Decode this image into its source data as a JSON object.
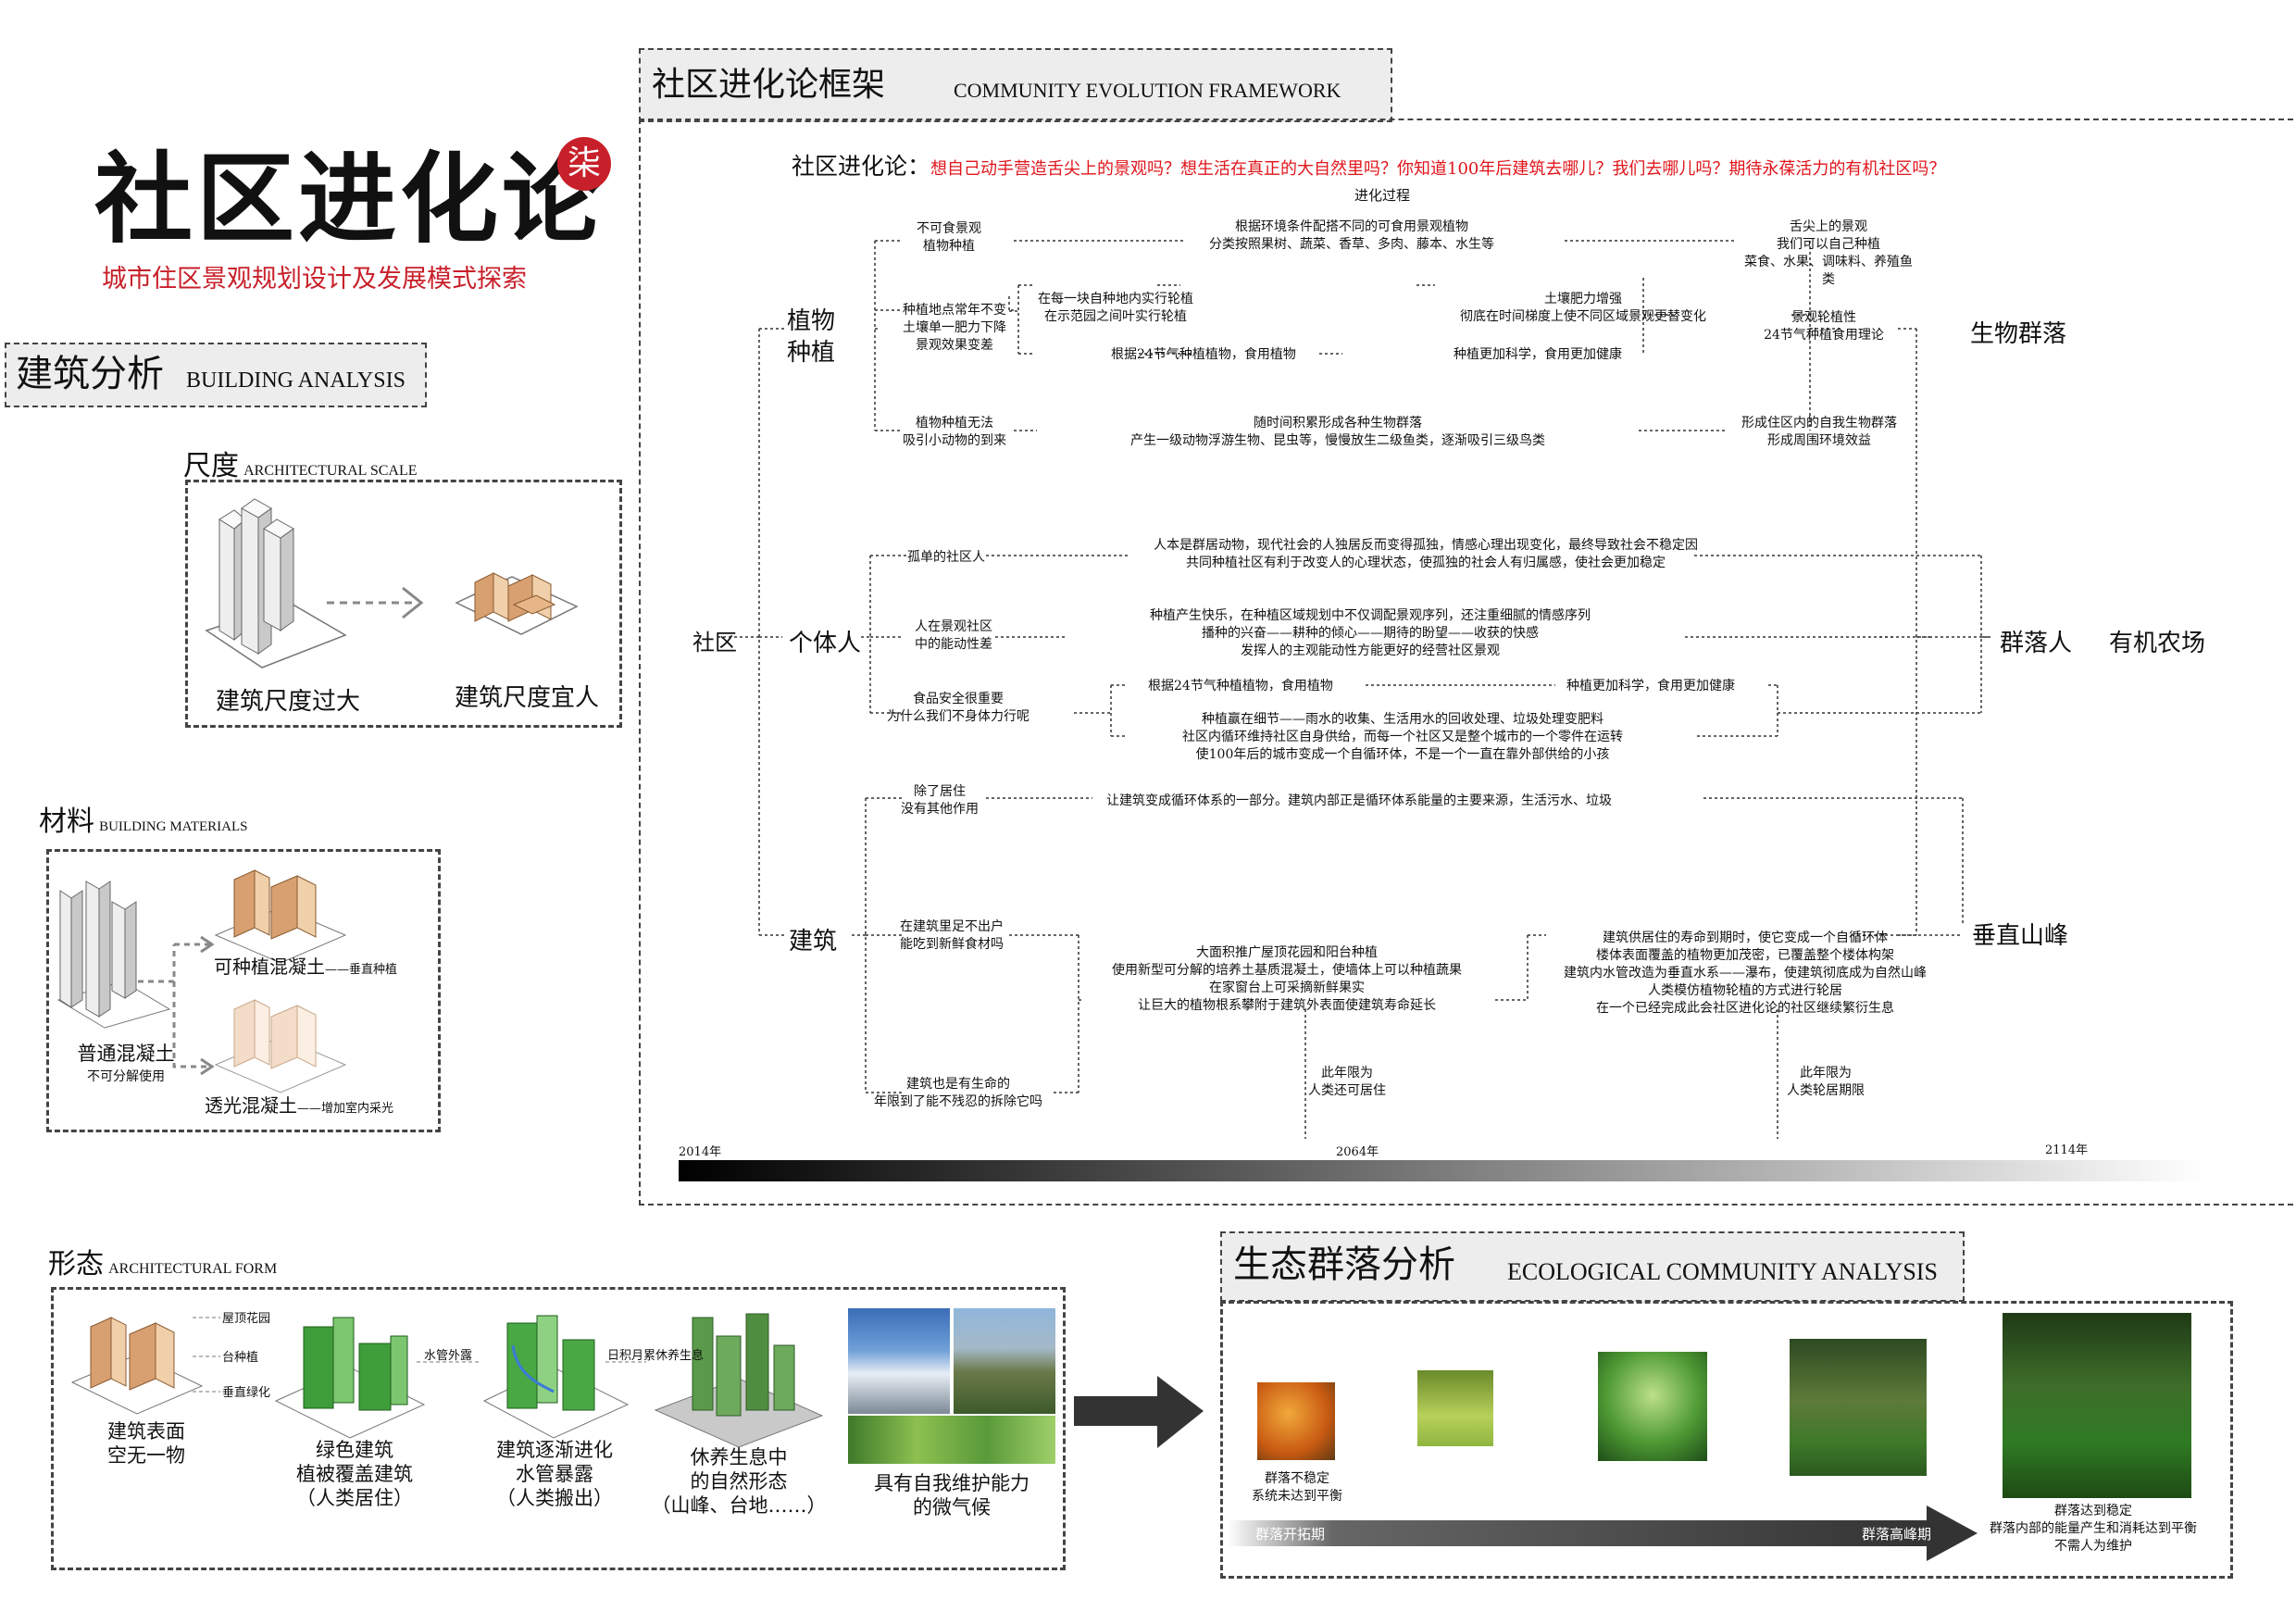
{
  "title": {
    "main": "社区进化论",
    "seal": "柒",
    "subtitle": "城市住区景观规划设计及发展模式探索"
  },
  "building": {
    "head_cn": "建筑分析",
    "head_en": "BUILDING ANALYSIS",
    "scale": {
      "label_cn": "尺度",
      "label_en": "ARCHITECTURAL SCALE",
      "left": "建筑尺度过大",
      "right": "建筑尺度宜人"
    },
    "materials": {
      "label_cn": "材料",
      "label_en": "BUILDING MATERIALS",
      "base1": "普通混凝土",
      "base2": "不可分解使用",
      "top": "可种植混凝土",
      "top_note": "——垂直种植",
      "bottom": "透光混凝土",
      "bottom_note": "——增加室内采光"
    },
    "form": {
      "label_cn": "形态",
      "label_en": "ARCHITECTURAL FORM",
      "tags": [
        "屋顶花园",
        "台种植",
        "垂直绿化"
      ],
      "connectors": [
        "水管外露",
        "日积月累休养生息"
      ],
      "stage1": [
        "建筑表面",
        "空无一物"
      ],
      "stage2": [
        "绿色建筑",
        "植被覆盖建筑",
        "（人类居住）"
      ],
      "stage3": [
        "建筑逐渐进化",
        "水管暴露",
        "（人类搬出）"
      ],
      "stage4": [
        "休养生息中",
        "的自然形态",
        "（山峰、台地……）"
      ],
      "stage5": [
        "具有自我维护能力",
        "的微气候"
      ]
    }
  },
  "framework": {
    "head_cn": "社区进化论框架",
    "head_en": "COMMUNITY EVOLUTION FRAMEWORK",
    "question_label": "社区进化论：",
    "question": "想自己动手营造舌尖上的景观吗？想生活在真正的大自然里吗？你知道100年后建筑去哪儿？我们去哪儿吗？期待永葆活力的有机社区吗？",
    "process": "进化过程",
    "root": "社区",
    "end": "有机农场",
    "plant": {
      "node": [
        "植物",
        "种植"
      ],
      "end": "生物群落",
      "a1": [
        "不可食景观",
        "植物种植"
      ],
      "a2": [
        "根据环境条件配搭不同的可食用景观植物",
        "分类按照果树、蔬菜、香草、多肉、藤本、水生等"
      ],
      "a3": [
        "舌尖上的景观",
        "我们可以自己种植",
        "菜食、水果、调味料、养殖鱼类"
      ],
      "b1": [
        "种植地点常年不变",
        "土壤单一肥力下降",
        "景观效果变差"
      ],
      "b2": [
        "在每一块自种地内实行轮植",
        "在示范园之间叶实行轮植"
      ],
      "b3": [
        "土壤肥力增强",
        "彻底在时间梯度上使不同区域景观更替变化"
      ],
      "b4": "根据24节气种植植物，食用植物",
      "b5": "种植更加科学，食用更加健康",
      "b6": [
        "景观轮植性",
        "24节气种植食用理论"
      ],
      "c1": [
        "植物种植无法",
        "吸引小动物的到来"
      ],
      "c2": [
        "随时间积累形成各种生物群落",
        "产生一级动物浮游生物、昆虫等，慢慢放生二级鱼类，逐渐吸引三级鸟类"
      ],
      "c3": [
        "形成住区内的自我生物群落",
        "形成周围环境效益"
      ]
    },
    "people": {
      "node": "个体人",
      "end": "群落人",
      "a1": "孤单的社区人",
      "a2": [
        "人本是群居动物，现代社会的人独居反而变得孤独，情感心理出现变化，最终导致社会不稳定因",
        "共同种植社区有利于改变人的心理状态，使孤独的社会人有归属感，使社会更加稳定"
      ],
      "b1": [
        "人在景观社区",
        "中的能动性差"
      ],
      "b2": [
        "种植产生快乐，在种植区域规划中不仅调配景观序列，还注重细腻的情感序列",
        "播种的兴奋——耕种的倾心——期待的盼望——收获的快感",
        "发挥人的主观能动性方能更好的经营社区景观"
      ],
      "c1": [
        "食品安全很重要",
        "为什么我们不身体力行呢"
      ],
      "c2": "根据24节气种植植物，食用植物",
      "c3": "种植更加科学，食用更加健康",
      "c4": [
        "种植赢在细节——雨水的收集、生活用水的回收处理、垃圾处理变肥料",
        "社区内循环维持社区自身供给，而每一个社区又是整个城市的一个零件在运转",
        "使100年后的城市变成一个自循环体，不是一个一直在靠外部供给的小孩"
      ]
    },
    "arch": {
      "node": "建筑",
      "end": "垂直山峰",
      "a1": [
        "除了居住",
        "没有其他作用"
      ],
      "a2": "让建筑变成循环体系的一部分。建筑内部正是循环体系能量的主要来源，生活污水、垃圾",
      "b1": [
        "在建筑里足不出户",
        "能吃到新鲜食材吗"
      ],
      "b2": [
        "大面积推广屋顶花园和阳台种植",
        "使用新型可分解的培养土基质混凝土，使墙体上可以种植蔬果",
        "在家窗台上可采摘新鲜果实",
        "让巨大的植物根系攀附于建筑外表面使建筑寿命延长"
      ],
      "b3": [
        "建筑供居住的寿命到期时，使它变成一个自循环体",
        "楼体表面覆盖的植物更加茂密，已覆盖整个楼体构架",
        "建筑内水管改造为垂直水系——瀑布，使建筑彻底成为自然山峰",
        "人类模仿植物轮植的方式进行轮居",
        "在一个已经完成此会社区进化论的社区继续繁衍生息"
      ],
      "c1": [
        "建筑也是有生命的",
        "年限到了能不残忍的拆除它吗"
      ],
      "d1": [
        "此年限为",
        "人类还可居住"
      ],
      "d2": [
        "此年限为",
        "人类轮居期限"
      ]
    },
    "timeline": [
      "2014年",
      "2064年",
      "2114年"
    ]
  },
  "ecology": {
    "head_cn": "生态群落分析",
    "head_en": "ECOLOGICAL COMMUNITY ANALYSIS",
    "first": [
      "群落不稳定",
      "系统未达到平衡"
    ],
    "last": [
      "群落达到稳定",
      "群落内部的能量产生和消耗达到平衡",
      "不需人为维护"
    ],
    "arrow_left": "群落开拓期",
    "arrow_right": "群落高峰期"
  },
  "colors": {
    "accent_red": "#c8202a",
    "question_red": "#e0151b",
    "subtitle_red": "#c8202a",
    "wood": "#d8a070",
    "green": "#3f9d3a"
  }
}
